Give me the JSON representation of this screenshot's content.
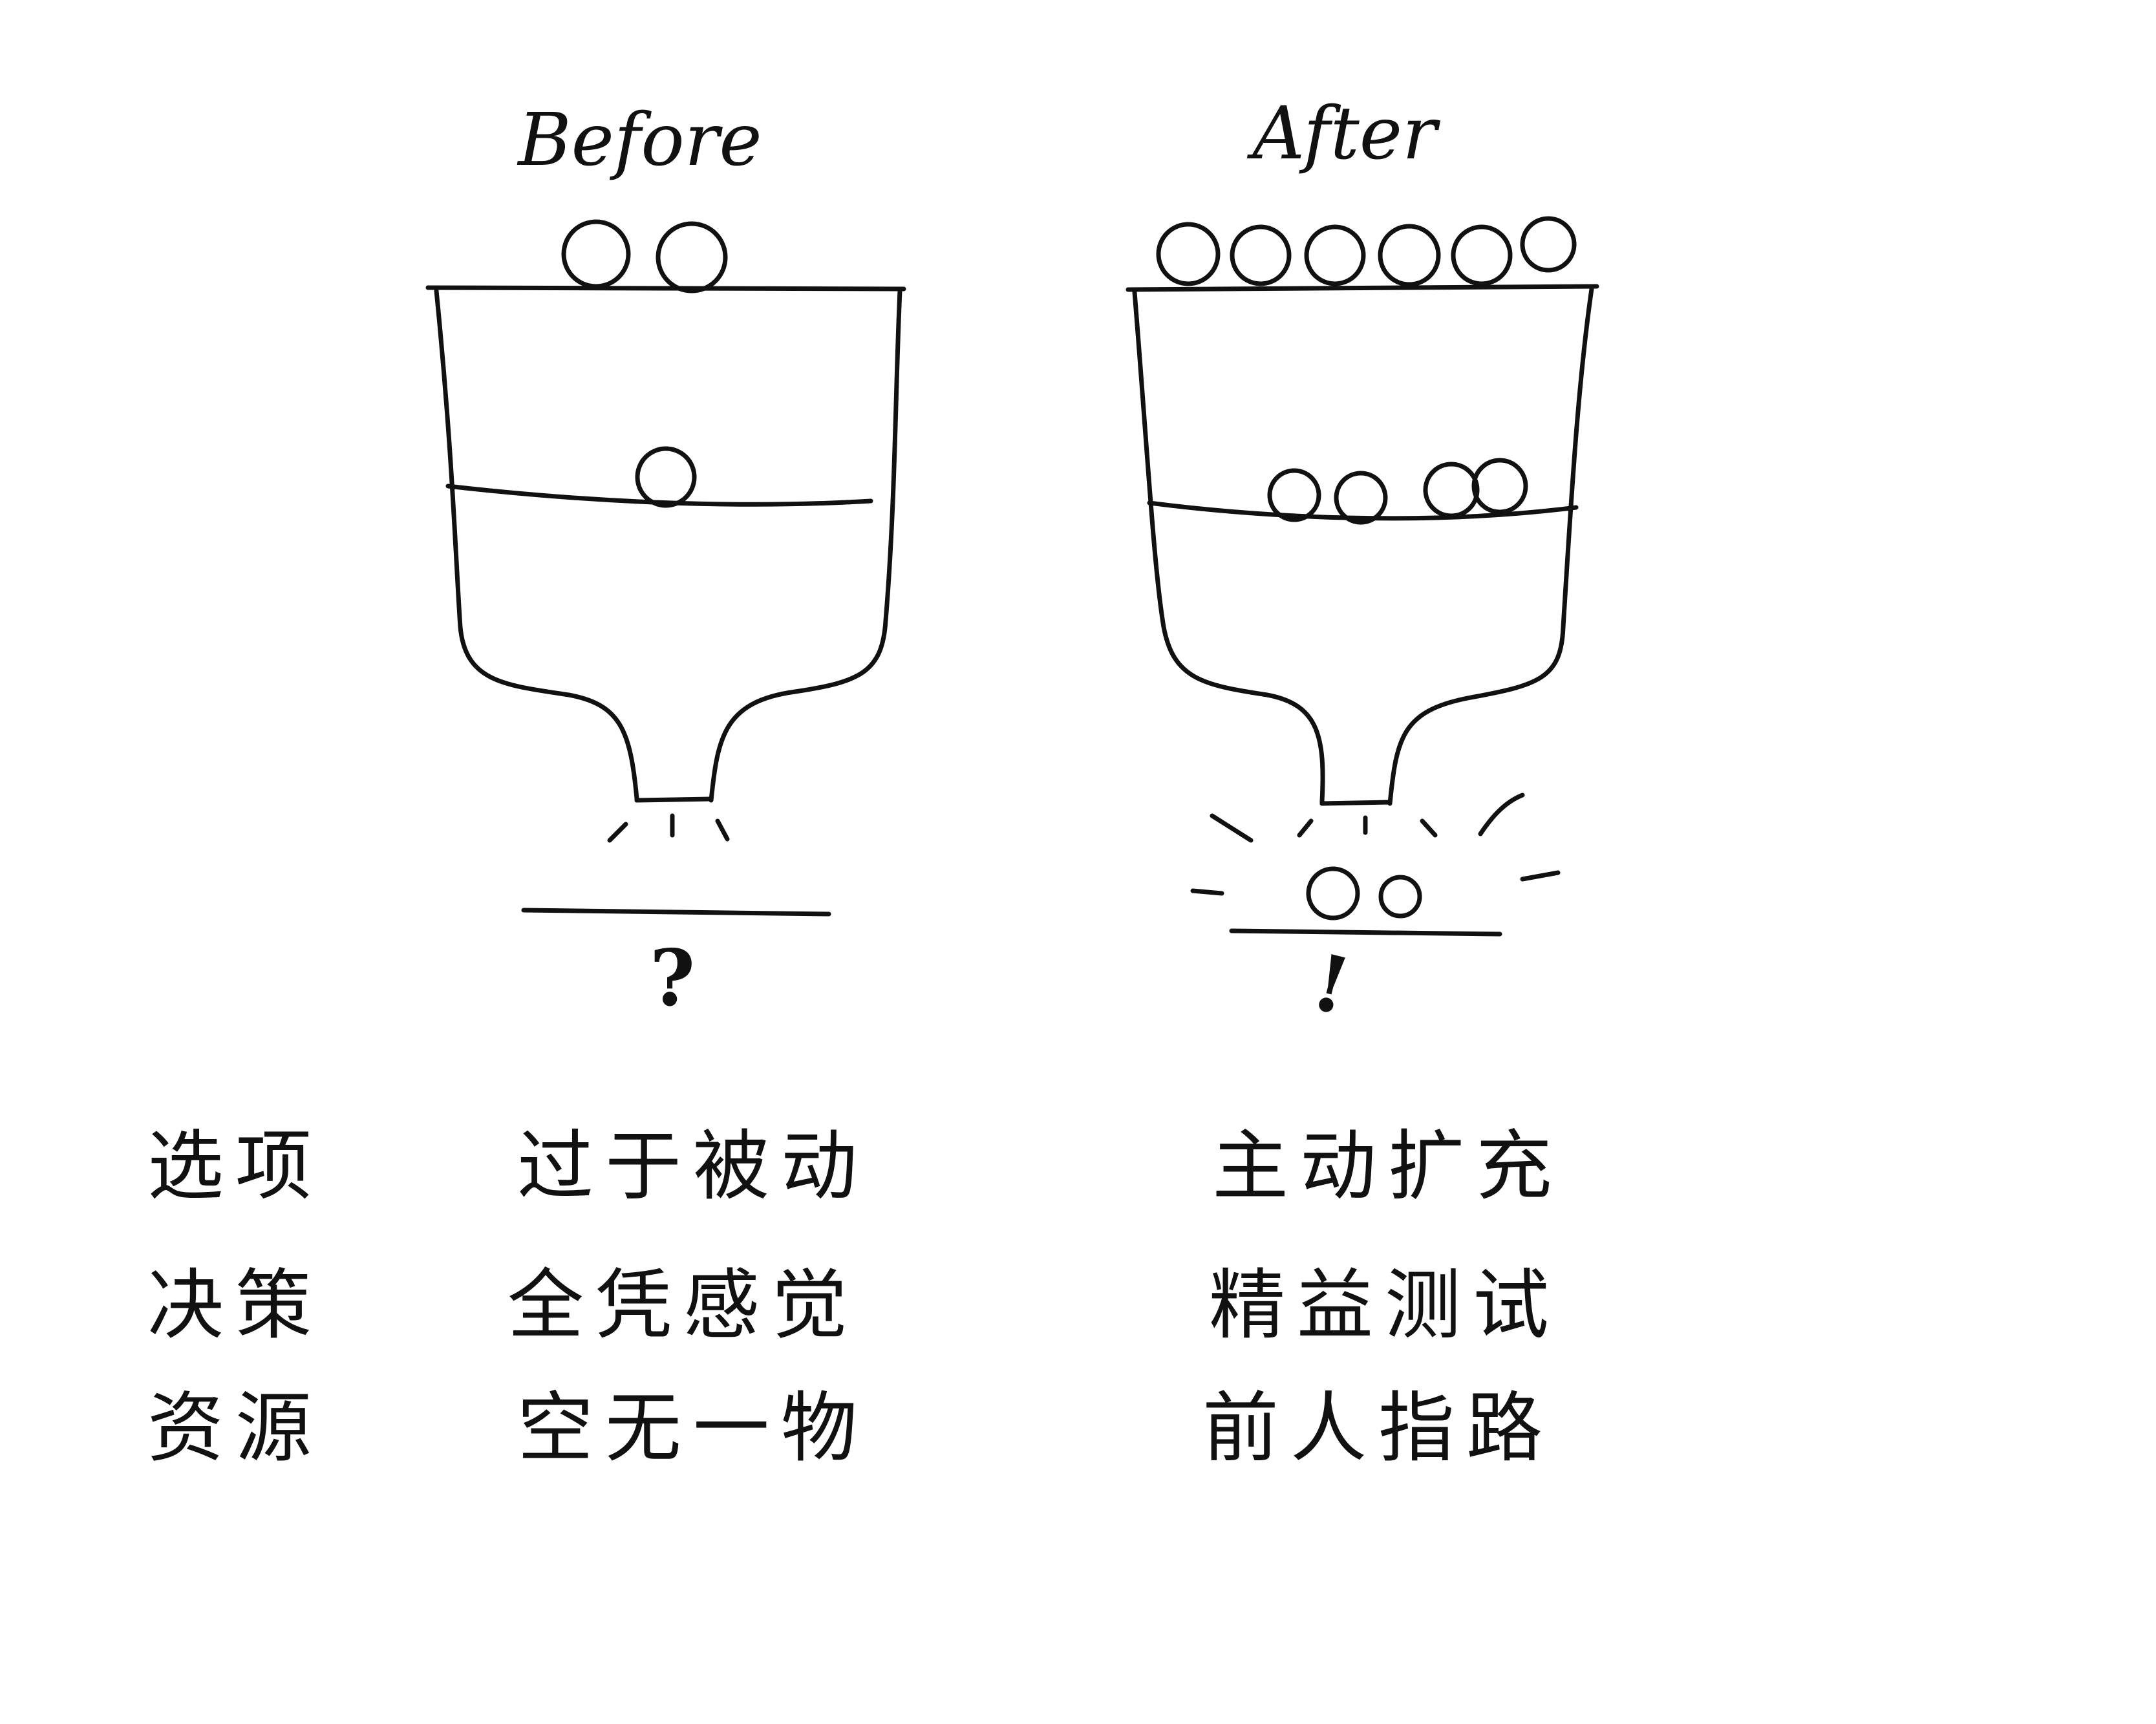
{
  "before": {
    "title": "Before",
    "result_mark": "?",
    "label": "before-funnel"
  },
  "after": {
    "title": "After",
    "result_mark": "!",
    "label": "after-funnel"
  },
  "rows": [
    {
      "category": "选项",
      "before": "过于被动",
      "after": "主动扩充"
    },
    {
      "category": "决策",
      "before": "全凭感觉",
      "after": "精益测试"
    },
    {
      "category": "资源",
      "before": "空无一物",
      "after": "前人指路"
    }
  ]
}
